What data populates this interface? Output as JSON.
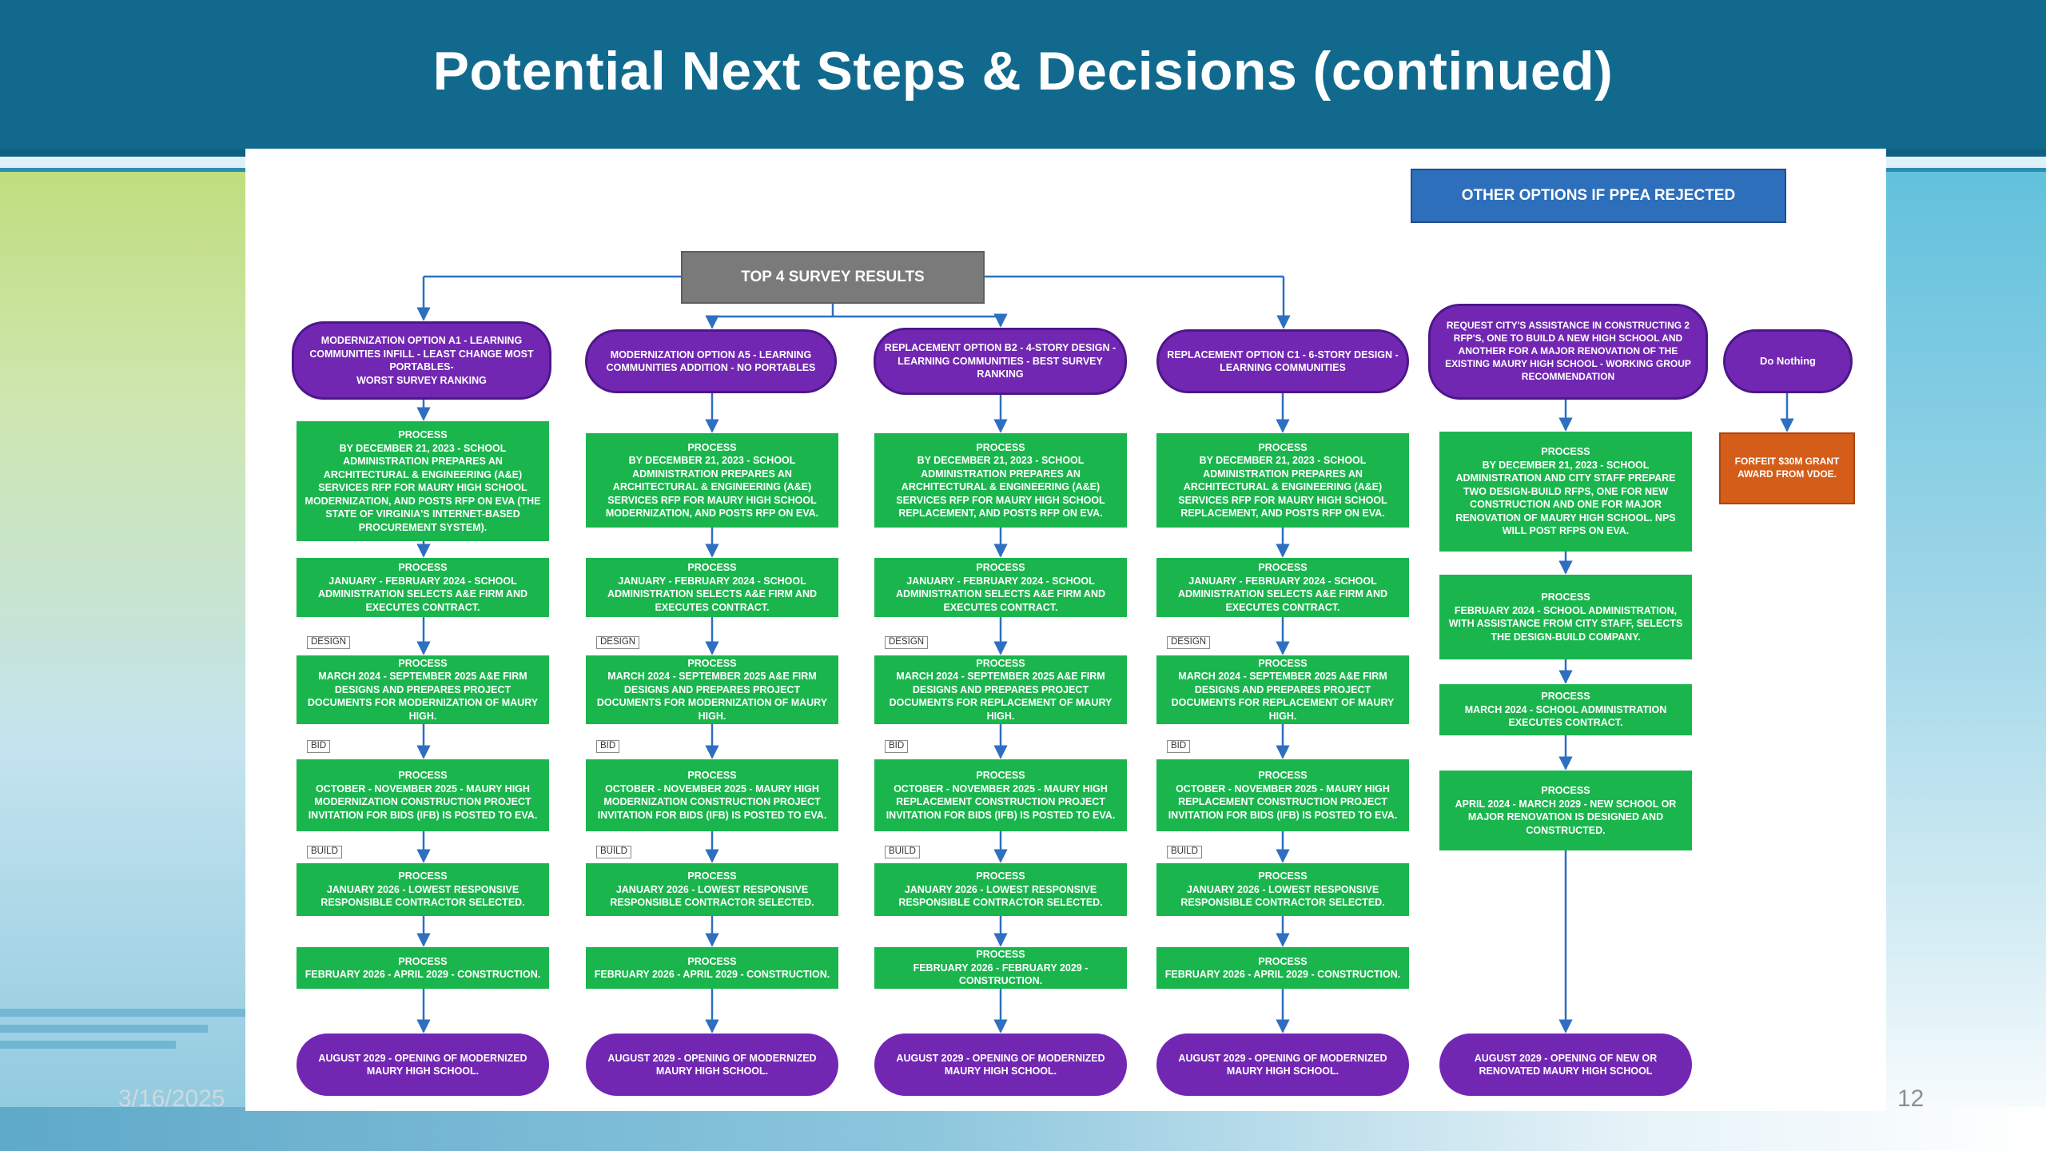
{
  "slide": {
    "title": "Potential Next Steps & Decisions (continued)",
    "date": "3/16/2025",
    "page_number": "12"
  },
  "flowchart": {
    "top_survey_label": "TOP 4 SURVEY RESULTS",
    "other_options_label": "OTHER OPTIONS IF PPEA REJECTED",
    "phase_labels": {
      "design": "DESIGN",
      "bid": "BID",
      "build": "BUILD"
    },
    "columns": [
      {
        "option": "MODERNIZATION OPTION A1 - LEARNING COMMUNITIES INFILL - LEAST CHANGE MOST PORTABLES-\nWORST SURVEY RANKING",
        "steps": [
          "PROCESS\nBY DECEMBER 21, 2023 - SCHOOL ADMINISTRATION PREPARES AN ARCHITECTURAL & ENGINEERING (A&E) SERVICES RFP FOR MAURY HIGH SCHOOL MODERNIZATION, AND POSTS RFP ON EVA (THE STATE OF VIRGINIA'S INTERNET-BASED PROCUREMENT SYSTEM).",
          "PROCESS\nJANUARY - FEBRUARY 2024 - SCHOOL ADMINISTRATION SELECTS A&E FIRM AND EXECUTES CONTRACT.",
          "PROCESS\nMARCH 2024 - SEPTEMBER 2025 A&E FIRM DESIGNS AND PREPARES PROJECT DOCUMENTS FOR MODERNIZATION OF MAURY HIGH.",
          "PROCESS\nOCTOBER - NOVEMBER 2025 - MAURY HIGH MODERNIZATION CONSTRUCTION PROJECT INVITATION FOR BIDS (IFB) IS POSTED TO EVA.",
          "PROCESS\nJANUARY 2026 - LOWEST RESPONSIVE RESPONSIBLE CONTRACTOR SELECTED.",
          "PROCESS\nFEBRUARY 2026 - APRIL 2029 - CONSTRUCTION."
        ],
        "outcome": "AUGUST 2029 - OPENING OF MODERNIZED MAURY HIGH SCHOOL."
      },
      {
        "option": "MODERNIZATION OPTION A5 - LEARNING COMMUNITIES ADDITION - NO PORTABLES",
        "steps": [
          "PROCESS\nBY DECEMBER 21, 2023 - SCHOOL ADMINISTRATION PREPARES AN ARCHITECTURAL & ENGINEERING (A&E) SERVICES RFP FOR MAURY HIGH SCHOOL MODERNIZATION, AND POSTS RFP ON EVA.",
          "PROCESS\nJANUARY - FEBRUARY 2024 - SCHOOL ADMINISTRATION SELECTS A&E FIRM AND EXECUTES CONTRACT.",
          "PROCESS\nMARCH 2024 - SEPTEMBER 2025 A&E FIRM DESIGNS AND PREPARES PROJECT DOCUMENTS FOR MODERNIZATION OF MAURY HIGH.",
          "PROCESS\nOCTOBER - NOVEMBER 2025 - MAURY HIGH MODERNIZATION CONSTRUCTION PROJECT INVITATION FOR BIDS (IFB) IS POSTED TO EVA.",
          "PROCESS\nJANUARY 2026 - LOWEST RESPONSIVE RESPONSIBLE CONTRACTOR SELECTED.",
          "PROCESS\nFEBRUARY 2026 - APRIL 2029 - CONSTRUCTION."
        ],
        "outcome": "AUGUST 2029 - OPENING OF MODERNIZED MAURY HIGH SCHOOL."
      },
      {
        "option": "REPLACEMENT OPTION B2 - 4-STORY DESIGN - LEARNING COMMUNITIES - BEST SURVEY RANKING",
        "steps": [
          "PROCESS\nBY DECEMBER 21, 2023 - SCHOOL ADMINISTRATION PREPARES AN ARCHITECTURAL & ENGINEERING (A&E) SERVICES RFP FOR MAURY HIGH SCHOOL REPLACEMENT, AND POSTS RFP ON EVA.",
          "PROCESS\nJANUARY - FEBRUARY 2024 - SCHOOL ADMINISTRATION SELECTS A&E FIRM AND EXECUTES CONTRACT.",
          "PROCESS\nMARCH 2024 - SEPTEMBER 2025 A&E FIRM DESIGNS AND PREPARES PROJECT DOCUMENTS FOR REPLACEMENT OF MAURY HIGH.",
          "PROCESS\nOCTOBER - NOVEMBER 2025 - MAURY HIGH REPLACEMENT CONSTRUCTION PROJECT INVITATION FOR BIDS (IFB) IS POSTED TO EVA.",
          "PROCESS\nJANUARY 2026 - LOWEST RESPONSIVE RESPONSIBLE CONTRACTOR SELECTED.",
          "PROCESS\nFEBRUARY 2026 - FEBRUARY 2029 - CONSTRUCTION."
        ],
        "outcome": "AUGUST 2029 - OPENING OF MODERNIZED MAURY HIGH SCHOOL."
      },
      {
        "option": "REPLACEMENT OPTION C1 - 6-STORY DESIGN - LEARNING COMMUNITIES",
        "steps": [
          "PROCESS\nBY DECEMBER 21, 2023 - SCHOOL ADMINISTRATION PREPARES AN ARCHITECTURAL & ENGINEERING (A&E) SERVICES RFP FOR MAURY HIGH SCHOOL REPLACEMENT, AND POSTS RFP ON EVA.",
          "PROCESS\nJANUARY - FEBRUARY 2024 - SCHOOL ADMINISTRATION SELECTS A&E FIRM AND EXECUTES CONTRACT.",
          "PROCESS\nMARCH 2024 - SEPTEMBER 2025 A&E FIRM DESIGNS AND PREPARES PROJECT DOCUMENTS FOR REPLACEMENT OF MAURY HIGH.",
          "PROCESS\nOCTOBER - NOVEMBER 2025 - MAURY HIGH REPLACEMENT CONSTRUCTION PROJECT INVITATION FOR BIDS (IFB) IS POSTED TO EVA.",
          "PROCESS\nJANUARY 2026 - LOWEST RESPONSIVE RESPONSIBLE CONTRACTOR SELECTED.",
          "PROCESS\nFEBRUARY 2026 - APRIL 2029 - CONSTRUCTION."
        ],
        "outcome": "AUGUST 2029 - OPENING OF MODERNIZED MAURY HIGH SCHOOL."
      }
    ],
    "other_option": {
      "option": "REQUEST CITY'S ASSISTANCE IN CONSTRUCTING 2 RFP'S, ONE TO BUILD A NEW HIGH SCHOOL AND ANOTHER FOR A MAJOR RENOVATION OF THE EXISTING MAURY HIGH SCHOOL - WORKING GROUP RECOMMENDATION",
      "steps": [
        "PROCESS\nBY DECEMBER 21, 2023 - SCHOOL ADMINISTRATION AND CITY STAFF PREPARE TWO DESIGN-BUILD RFPS, ONE FOR NEW CONSTRUCTION AND ONE FOR MAJOR RENOVATION OF MAURY HIGH SCHOOL. NPS WILL POST RFPS ON EVA.",
        "PROCESS\nFEBRUARY 2024 - SCHOOL ADMINISTRATION, WITH ASSISTANCE FROM CITY STAFF, SELECTS THE DESIGN-BUILD COMPANY.",
        "PROCESS\nMARCH 2024 - SCHOOL ADMINISTRATION EXECUTES CONTRACT.",
        "PROCESS\nAPRIL 2024 - MARCH 2029 - NEW SCHOOL OR MAJOR RENOVATION IS DESIGNED AND CONSTRUCTED."
      ],
      "outcome": "AUGUST 2029 - OPENING OF NEW OR RENOVATED MAURY HIGH SCHOOL"
    },
    "do_nothing": {
      "option": "Do Nothing",
      "result": "FORFEIT $30M GRANT AWARD FROM VDOE."
    },
    "colors": {
      "header": "#116a8e",
      "option_pill": "#7227b3",
      "process_box": "#1ab64d",
      "connector": "#2e6fc1",
      "top_results_box": "#7a7a7a",
      "other_options_box": "#2d6fbb",
      "forfeit_box": "#d45d1a"
    }
  }
}
